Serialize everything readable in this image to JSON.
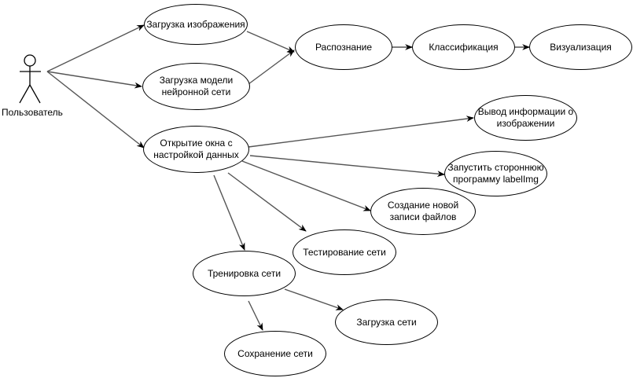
{
  "actor": {
    "label": "Пользователь"
  },
  "use_cases": {
    "upload_image": "Загрузка изображения",
    "upload_model": "Загрузка модели нейронной сети",
    "recognition": "Распознание",
    "classification": "Классификация",
    "visualization": "Визуализация",
    "open_settings": "Открытие окна с настройкой данных",
    "image_info": "Вывод информации о изображении",
    "run_labelimg": "Запустить стороннюю программу labelImg",
    "create_record": "Создание новой записи файлов",
    "test_network": "Тестирование сети",
    "train_network": "Тренировка сети",
    "load_network": "Загрузка сети",
    "save_network": "Сохранение сети"
  },
  "colors": {
    "edge": "#555555",
    "outline": "#000000",
    "background": "#ffffff"
  }
}
